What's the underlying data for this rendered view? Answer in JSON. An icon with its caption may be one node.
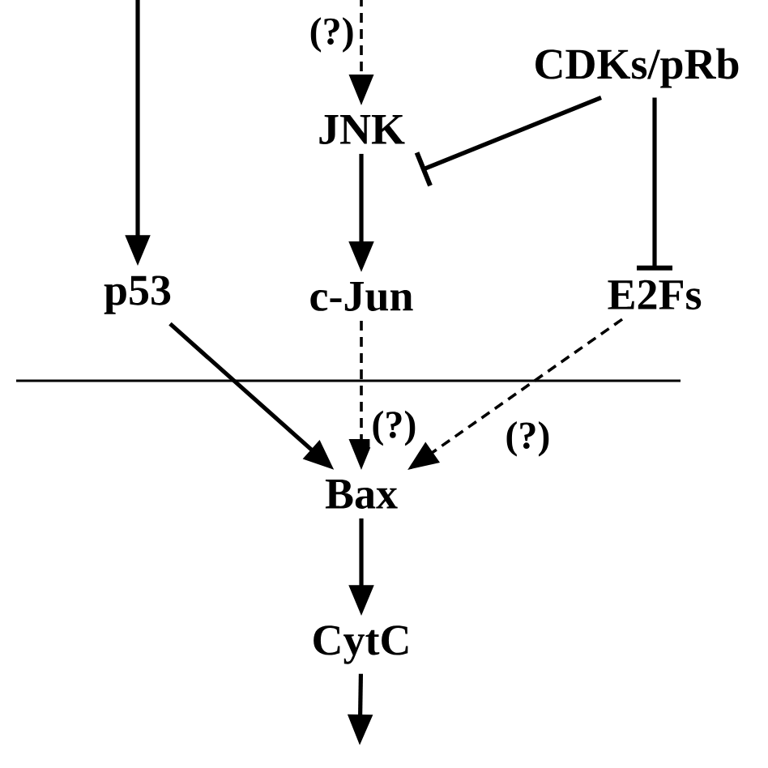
{
  "diagram": {
    "nodes": [
      {
        "text": [
          "CDKs/pRb"
        ]
      },
      {
        "text": [
          "JNK"
        ]
      },
      {
        "text": [
          "p53"
        ]
      },
      {
        "text": [
          "c-Jun"
        ]
      },
      {
        "text": [
          "E2Fs"
        ]
      },
      {
        "text": [
          "Bax"
        ]
      },
      {
        "text": [
          "CytC"
        ]
      }
    ],
    "edges": [
      {
        "from": null,
        "to": 2,
        "arrow": "to"
      },
      {
        "from": null,
        "to": 1,
        "arrow": "to",
        "style": "dashed",
        "label": "(?)"
      },
      {
        "from": 1,
        "to": 3,
        "arrow": "to"
      },
      {
        "from": 0,
        "to": 1,
        "arrow": "other"
      },
      {
        "from": 0,
        "to": 4,
        "arrow": "other"
      },
      {
        "from": 2,
        "to": 5,
        "arrow": "to"
      },
      {
        "from": 3,
        "to": 5,
        "arrow": "to",
        "style": "dashed",
        "label": "(?)"
      },
      {
        "from": 4,
        "to": 5,
        "arrow": "to",
        "style": "dashed",
        "label": "(?)"
      },
      {
        "from": 5,
        "to": 6,
        "arrow": "to"
      },
      {
        "from": 6,
        "to": null,
        "arrow": "to"
      }
    ]
  }
}
